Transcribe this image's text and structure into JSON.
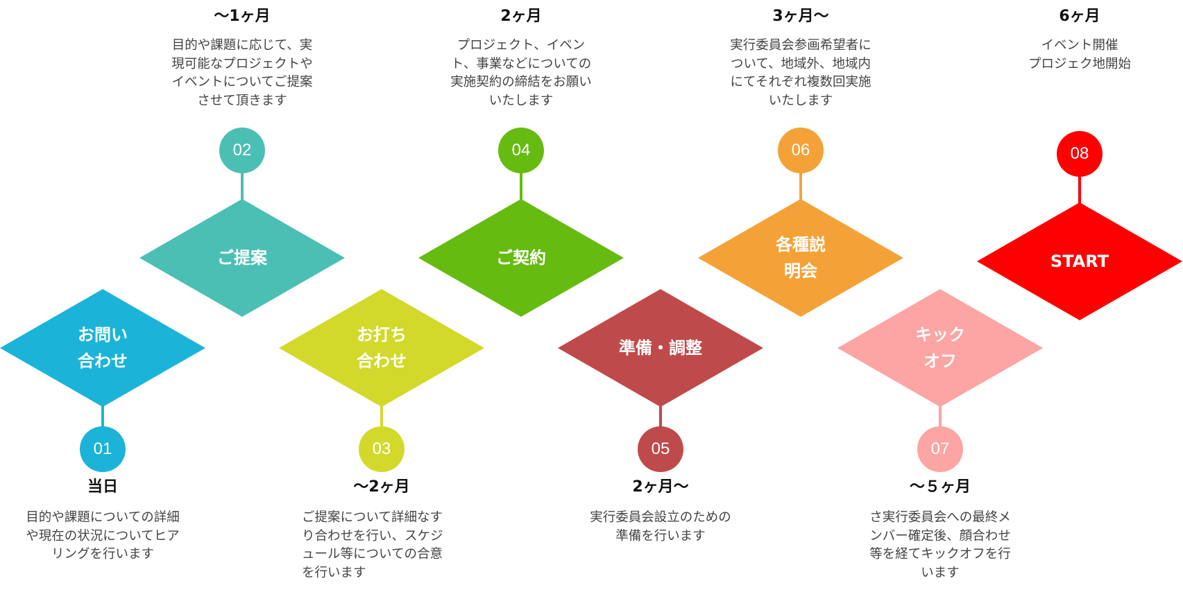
{
  "steps": [
    {
      "number": "01",
      "label_lines": [
        "お問い",
        "合わせ"
      ],
      "title": "当日",
      "description_lines": [
        "目的や課題についての詳細",
        "や現在の状況についてヒア",
        "リングを行います"
      ],
      "color": "#1bb4d8",
      "row": "bottom",
      "desc_align": "center"
    },
    {
      "number": "02",
      "label_lines": [
        "ご提案"
      ],
      "title": "〜1ヶ月",
      "description_lines": [
        "目的や課題に応じて、実",
        "現可能なプロジェクトや",
        "イベントについてご提案",
        "させて頂きます"
      ],
      "color": "#4bbfb4",
      "row": "top",
      "desc_align": "center"
    },
    {
      "number": "03",
      "label_lines": [
        "お打ち",
        "合わせ"
      ],
      "title": "〜2ヶ月",
      "description_lines": [
        "ご提案について詳細なす",
        "り合わせを行い、スケジ",
        "ュール等についての合意",
        "を行います"
      ],
      "color": "#d3d92b",
      "row": "bottom",
      "desc_align": "left"
    },
    {
      "number": "04",
      "label_lines": [
        "ご契約"
      ],
      "title": "2ヶ月",
      "description_lines": [
        "プロジェクト、イベン",
        "ト、事業などについての",
        "実施契約の締結をお願い",
        "いたします"
      ],
      "color": "#66bb11",
      "row": "top",
      "desc_align": "center"
    },
    {
      "number": "05",
      "label_lines": [
        "準備・調整"
      ],
      "title": "2ヶ月〜",
      "description_lines": [
        "実行委員会設立のための",
        "準備を行います"
      ],
      "color": "#bf4a4b",
      "row": "bottom",
      "desc_align": "center"
    },
    {
      "number": "06",
      "label_lines": [
        "各種説",
        "明会"
      ],
      "title": "3ヶ月〜",
      "description_lines": [
        "実行委員会参画希望者に",
        "ついて、地域外、地域内",
        "にてそれぞれ複数回実施",
        "いたします"
      ],
      "color": "#f4a238",
      "row": "top",
      "desc_align": "center"
    },
    {
      "number": "07",
      "label_lines": [
        "キック",
        "オフ"
      ],
      "title": "〜５ヶ月",
      "description_lines": [
        "さ実行委員会への最終メ",
        "ンバー確定後、顔合わせ",
        "等を経てキックオフを行",
        "います"
      ],
      "color": "#fda4a4",
      "row": "bottom",
      "desc_align": "center"
    },
    {
      "number": "08",
      "label_lines": [
        "START"
      ],
      "title": "6ヶ月",
      "description_lines": [
        "イベント開催",
        "プロジェク地開始"
      ],
      "color": "#fe0000",
      "row": "top",
      "desc_align": "center"
    }
  ]
}
